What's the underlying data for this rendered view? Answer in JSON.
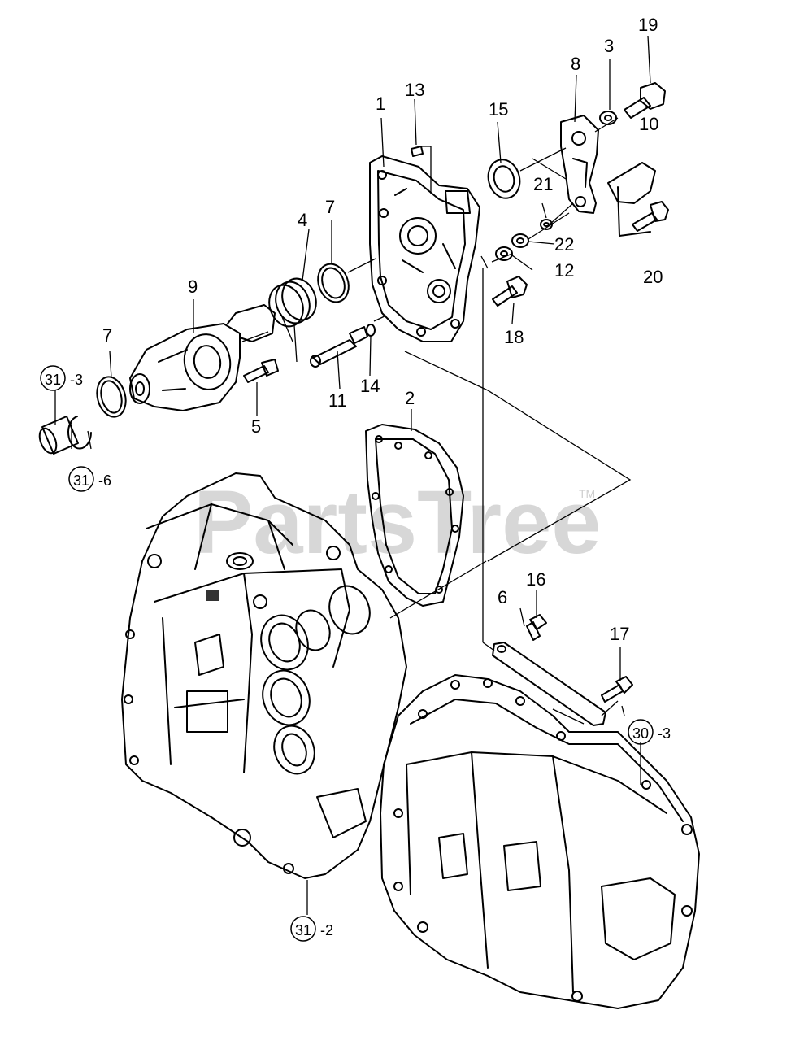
{
  "watermark": {
    "text": "PartsTree",
    "tm": "TM"
  },
  "labels": {
    "p1": "1",
    "p2": "2",
    "p3": "3",
    "p4": "4",
    "p5": "5",
    "p6": "6",
    "p7a": "7",
    "p7b": "7",
    "p8": "8",
    "p9": "9",
    "p10": "10",
    "p11": "11",
    "p12": "12",
    "p13": "13",
    "p14": "14",
    "p15": "15",
    "p16": "16",
    "p17": "17",
    "p18": "18",
    "p19": "19",
    "p20": "20",
    "p21": "21",
    "p22": "22"
  },
  "refs": {
    "r31_3": {
      "circle": "31",
      "suffix": "-3"
    },
    "r31_6": {
      "circle": "31",
      "suffix": "-6"
    },
    "r31_2": {
      "circle": "31",
      "suffix": "-2"
    },
    "r30_3": {
      "circle": "30",
      "suffix": "-3"
    }
  }
}
